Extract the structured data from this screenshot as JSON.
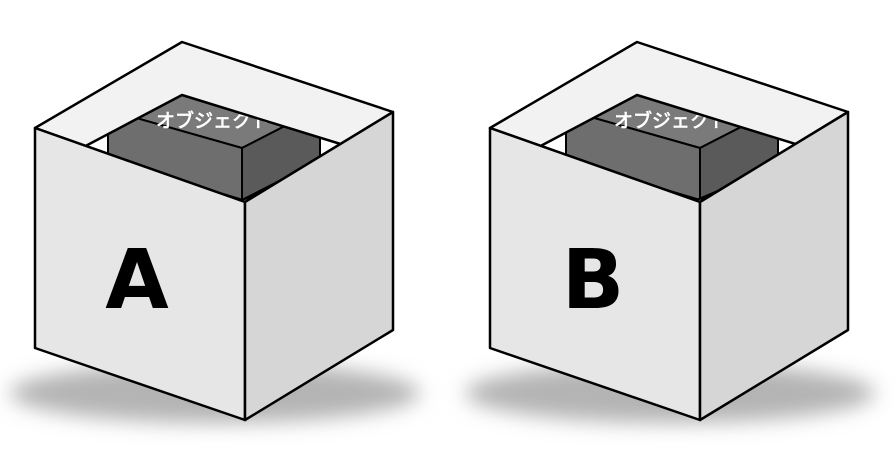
{
  "boxes": [
    {
      "letter": "A",
      "object_label": "オブジェクト"
    },
    {
      "letter": "B",
      "object_label": "オブジェクト"
    }
  ],
  "colors": {
    "box_face_left": "#e6e6e6",
    "box_face_right": "#d6d6d6",
    "box_inner_wall": "#dcdcdc",
    "box_rim": "#f2f2f2",
    "object_top": "#7a7a7a",
    "object_left": "#6e6e6e",
    "object_right": "#5a5a5a",
    "outline": "#000000",
    "shadow": "#b4b4b4"
  }
}
